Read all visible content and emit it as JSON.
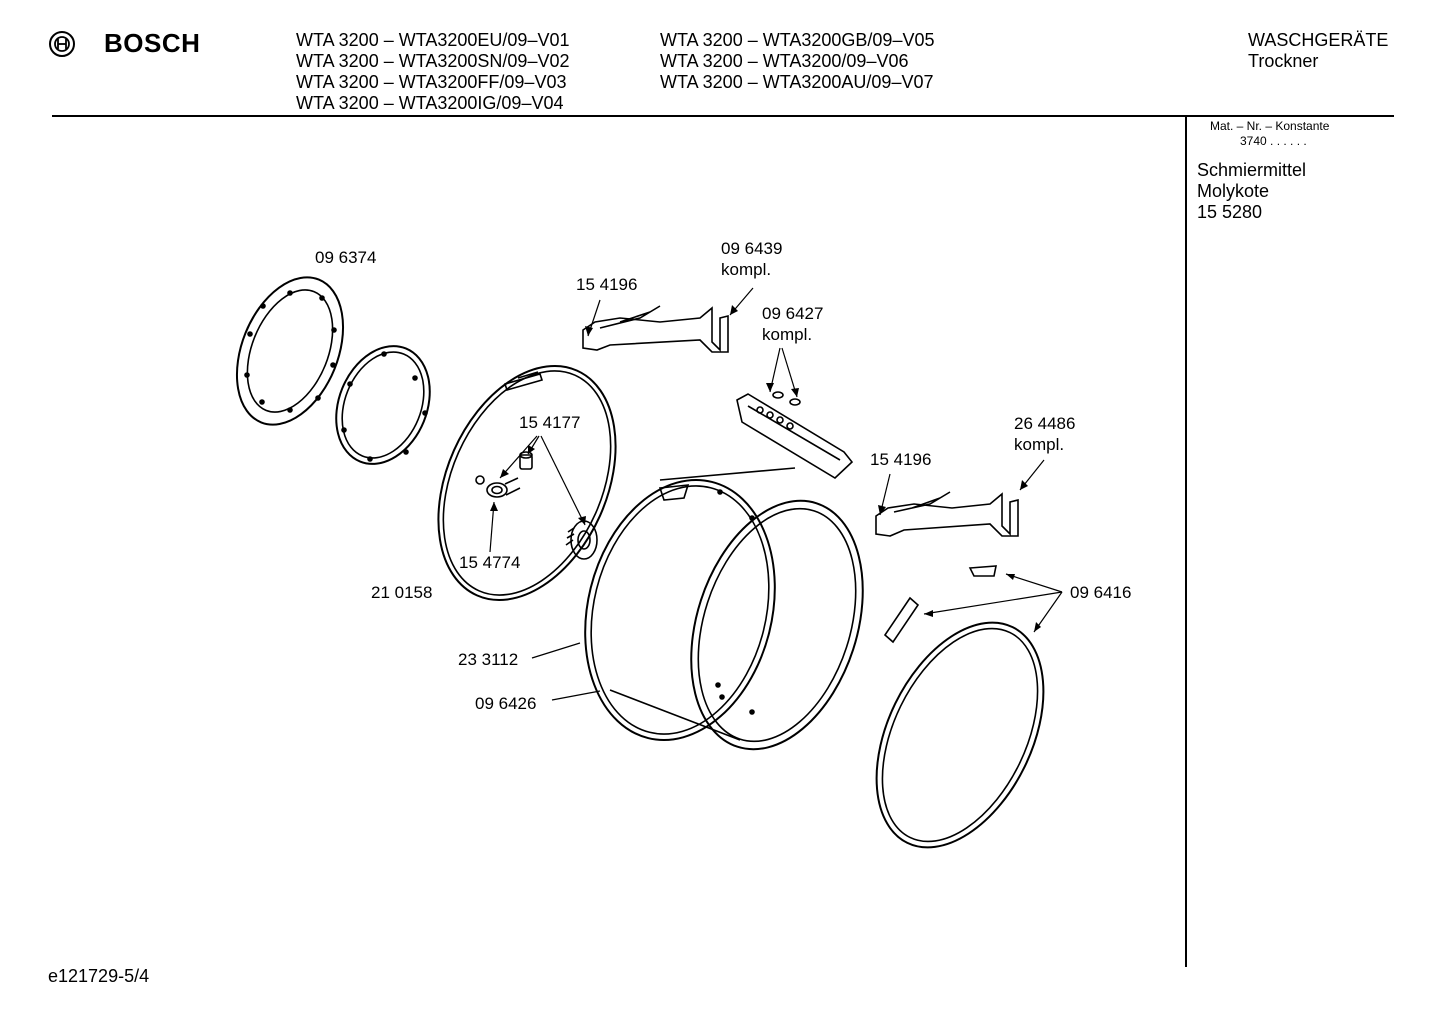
{
  "header": {
    "brand": "BOSCH",
    "models_col1": [
      "WTA 3200 – WTA3200EU/09–V01",
      "WTA 3200 – WTA3200SN/09–V02",
      "WTA 3200 – WTA3200FF/09–V03",
      "WTA 3200 – WTA3200IG/09–V04"
    ],
    "models_col2": [
      "WTA 3200 – WTA3200GB/09–V05",
      "WTA 3200 – WTA3200/09–V06",
      "WTA 3200 – WTA3200AU/09–V07"
    ],
    "category": [
      "WASCHGERÄTE",
      "Trockner"
    ]
  },
  "sidebar": {
    "mat_label": "Mat. – Nr. – Konstante",
    "mat_constant": "3740 . . . . . .",
    "lubricant": [
      "Schmiermittel",
      "Molykote",
      "15 5280"
    ]
  },
  "parts": {
    "p096374": "09 6374",
    "p096439": "09 6439",
    "p096439_note": "kompl.",
    "p154196_top": "15 4196",
    "p096427": "09 6427",
    "p096427_note": "kompl.",
    "p154177": "15 4177",
    "p264486": "26 4486",
    "p264486_note": "kompl.",
    "p154196_mid": "15 4196",
    "p154774": "15 4774",
    "p210158": "21 0158",
    "p096416": "09 6416",
    "p233112": "23 3112",
    "p096426": "09 6426"
  },
  "footer": {
    "code": "e121729-5/4"
  }
}
